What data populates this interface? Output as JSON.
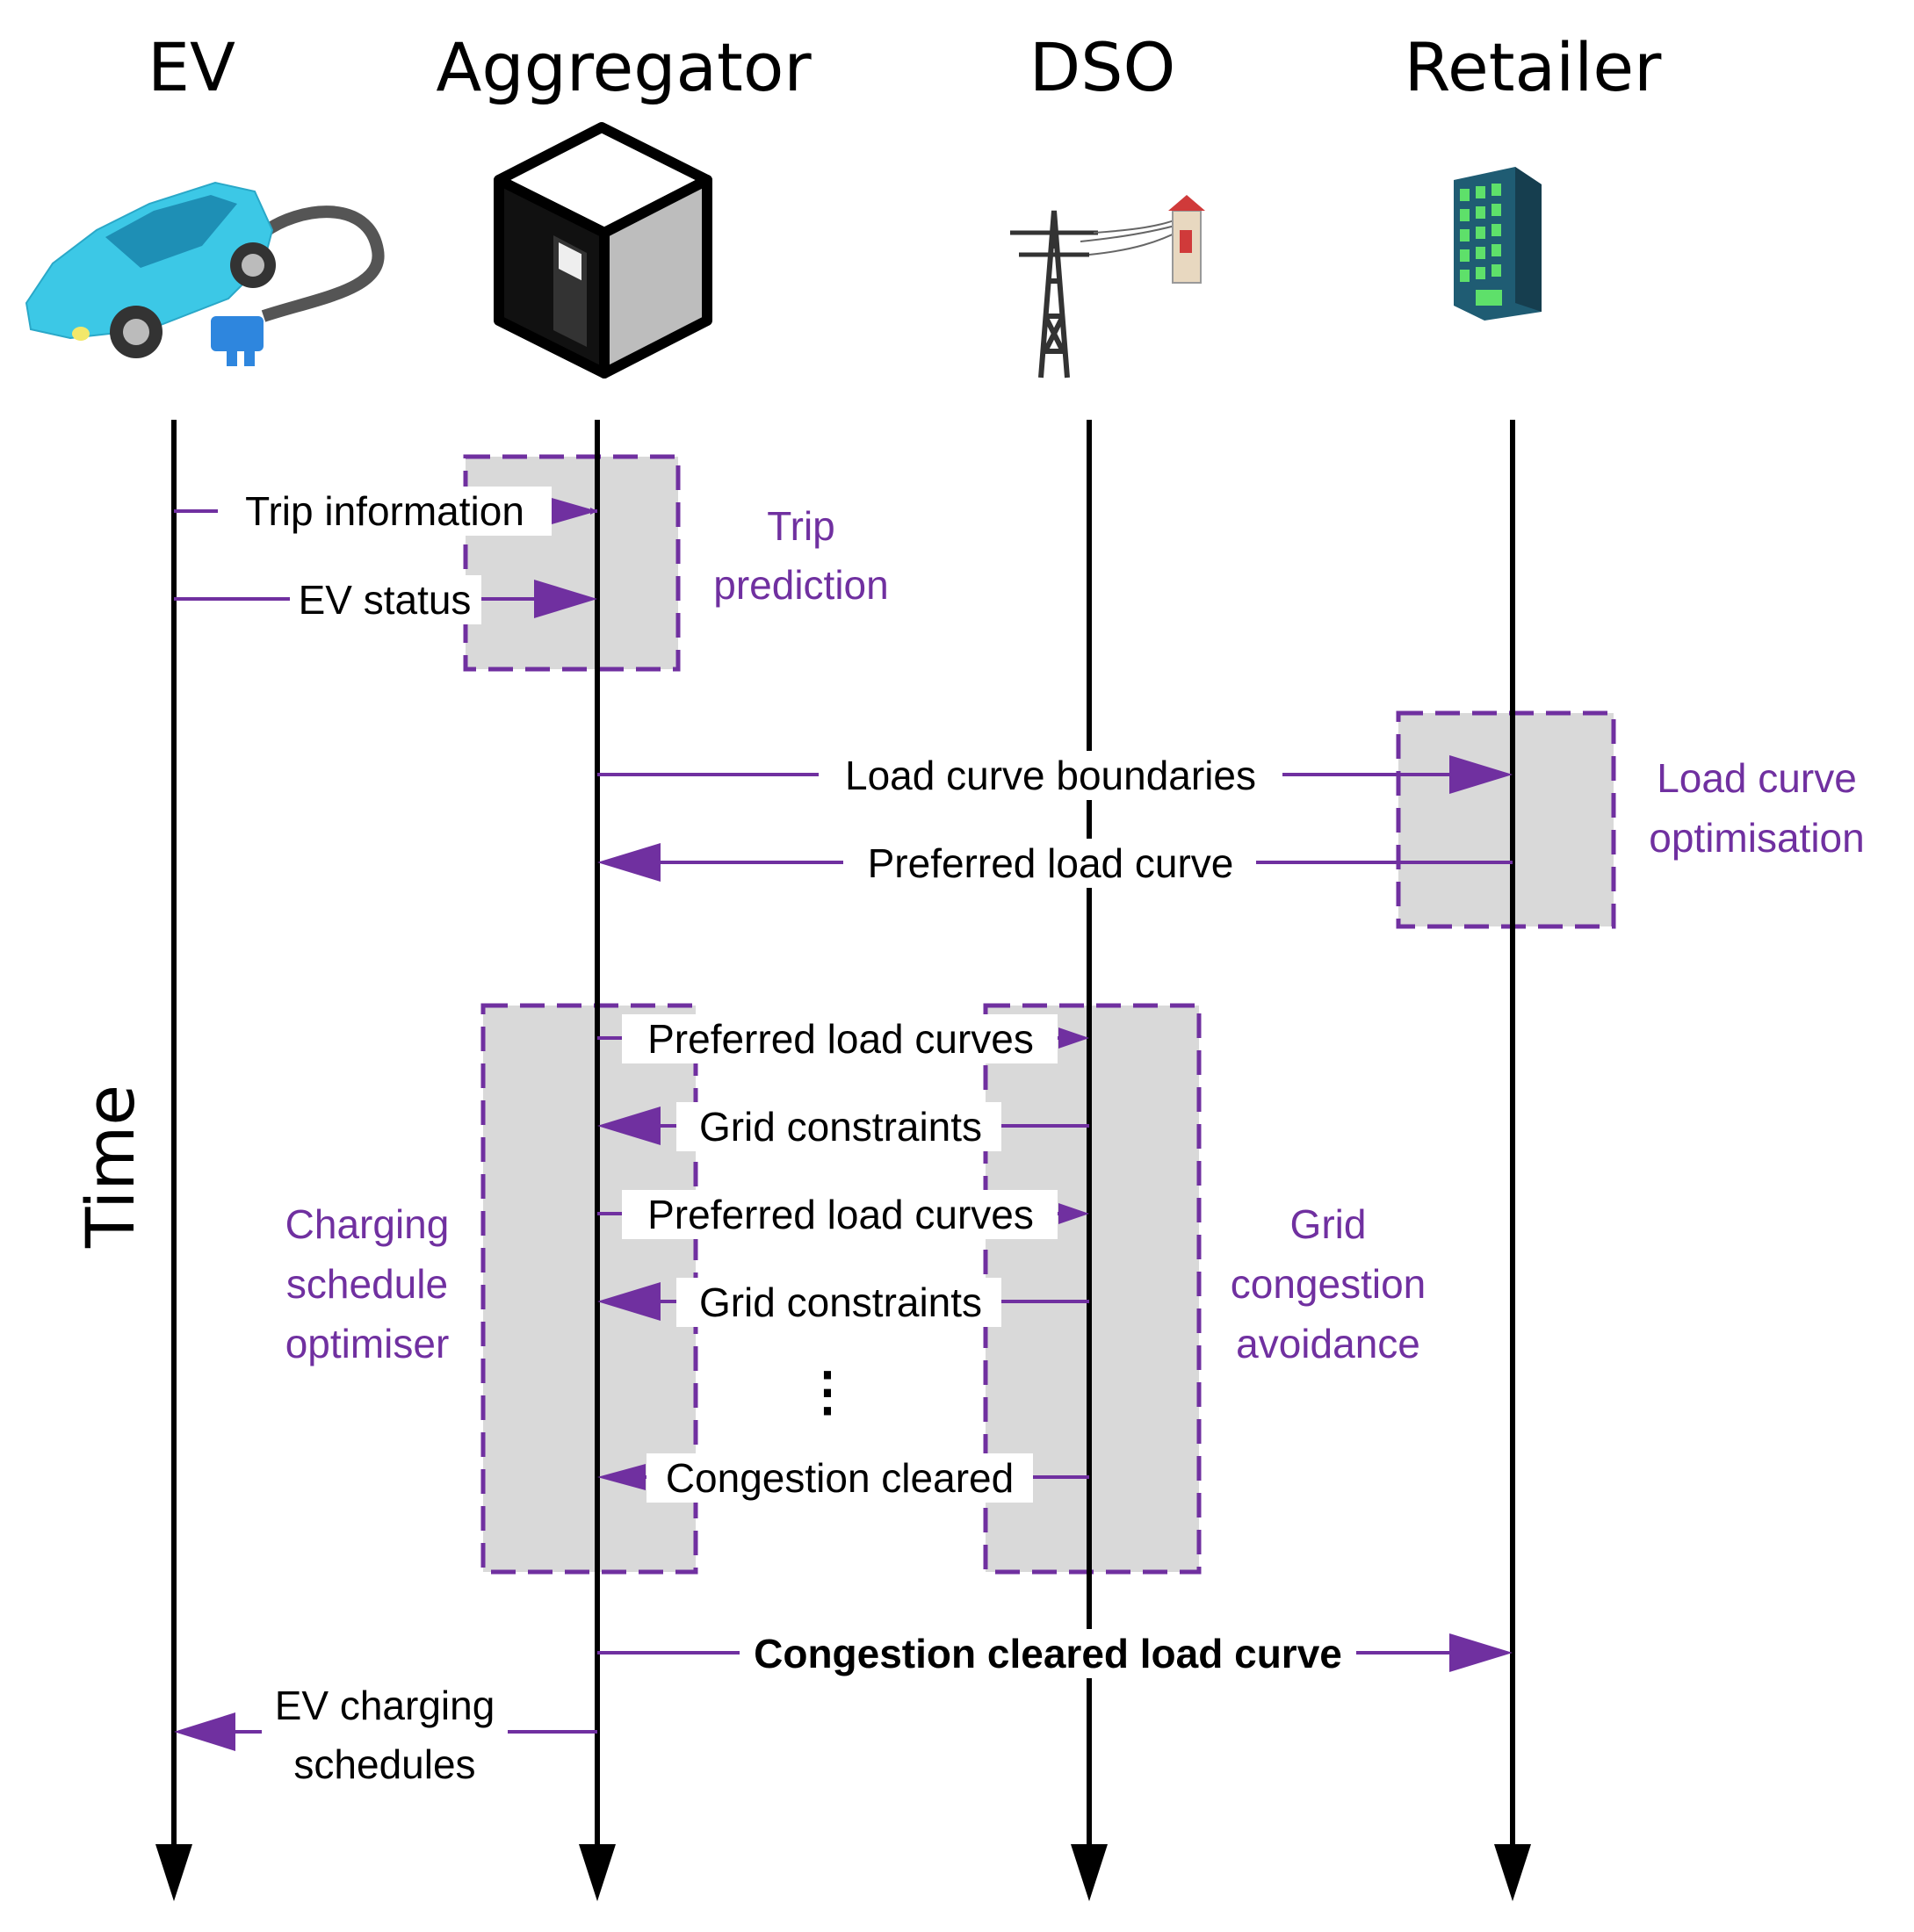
{
  "actors": [
    {
      "id": "ev",
      "label": "EV",
      "icon": "ev-car-charger-icon"
    },
    {
      "id": "aggregator",
      "label": "Aggregator",
      "icon": "server-cube-icon"
    },
    {
      "id": "dso",
      "label": "DSO",
      "icon": "power-tower-icon"
    },
    {
      "id": "retailer",
      "label": "Retailer",
      "icon": "office-building-icon"
    }
  ],
  "time_label": "Time",
  "processes": {
    "trip_prediction": [
      "Trip",
      "prediction"
    ],
    "load_curve_optimisation": [
      "Load curve",
      "optimisation"
    ],
    "charging_schedule_optimiser": [
      "Charging",
      "schedule",
      "optimiser"
    ],
    "grid_congestion_avoidance": [
      "Grid",
      "congestion",
      "avoidance"
    ]
  },
  "messages": {
    "trip_information": "Trip information",
    "ev_status": "EV status",
    "load_curve_boundaries": "Load curve boundaries",
    "preferred_load_curve": "Preferred load curve",
    "preferred_load_curves_1": "Preferred load curves",
    "grid_constraints_1": "Grid constraints",
    "preferred_load_curves_2": "Preferred load curves",
    "grid_constraints_2": "Grid constraints",
    "ellipsis": "⋮",
    "congestion_cleared": "Congestion cleared",
    "congestion_cleared_load_curve": "Congestion cleared load curve",
    "ev_charging_schedules": [
      "EV charging",
      "schedules"
    ]
  },
  "colors": {
    "accent": "#7030A0",
    "box_fill": "#D9D9D9",
    "lifeline": "#000000",
    "car_body": "#3CC8E6",
    "plug": "#2E86DE",
    "building": "#1F5C73",
    "windows": "#5EE06A"
  }
}
